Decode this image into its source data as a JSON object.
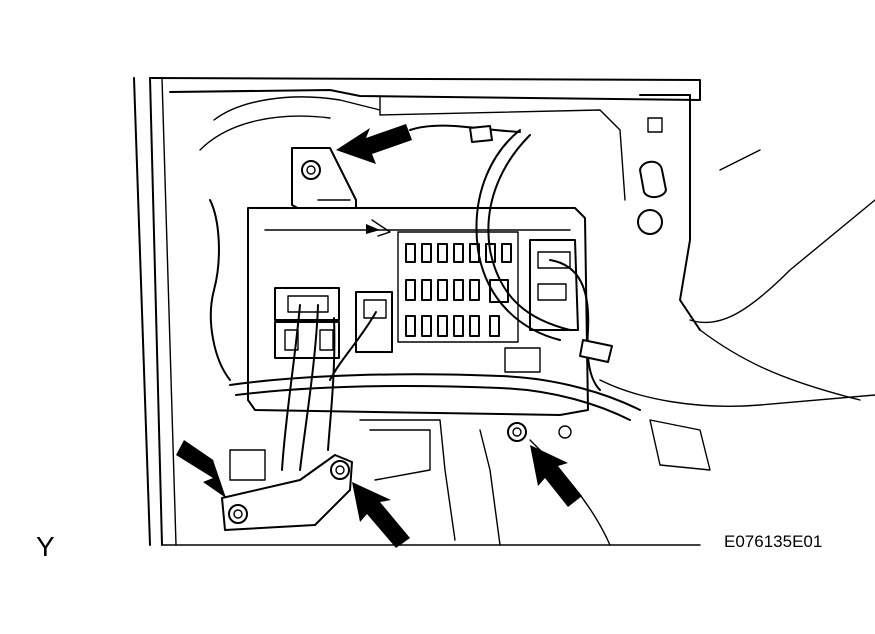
{
  "figure": {
    "view_label": "Y",
    "figure_code": "E076135E01"
  },
  "arrows": [
    {
      "name": "arrow-bolt-top",
      "target": "bolt-top"
    },
    {
      "name": "arrow-bolt-lower-left",
      "target": "bolt-lower-left"
    },
    {
      "name": "arrow-bolt-lower-center",
      "target": "bolt-lower-center"
    },
    {
      "name": "arrow-bolt-lower-right",
      "target": "bolt-lower-right"
    }
  ]
}
